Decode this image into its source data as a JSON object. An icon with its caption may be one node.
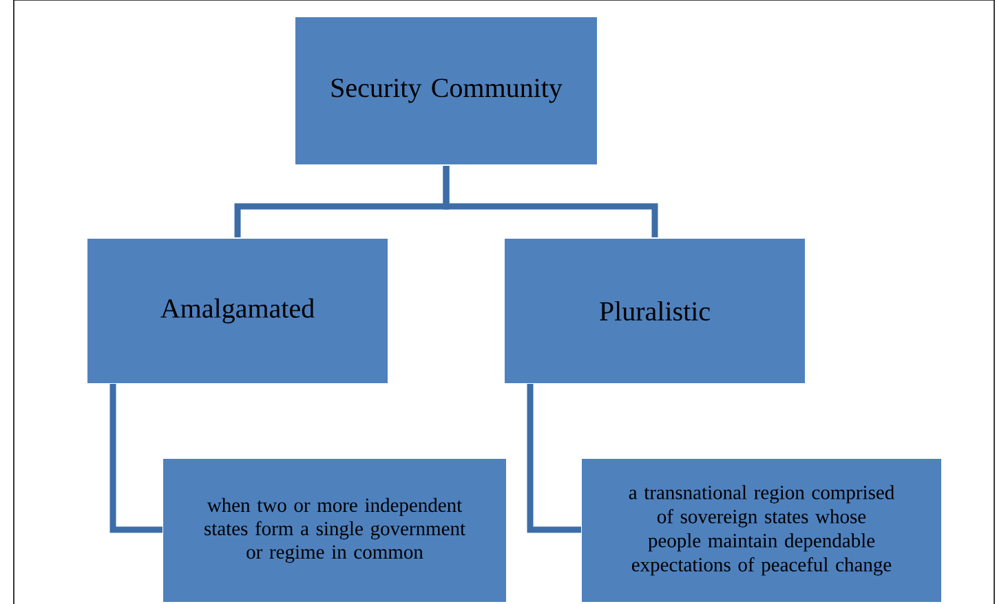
{
  "diagram": {
    "nodes": [
      {
        "text": [
          "Security Community"
        ]
      },
      {
        "text": [
          "Amalgamated"
        ]
      },
      {
        "text": [
          "Pluralistic"
        ]
      },
      {
        "text": [
          "when two or more independent states form a single government or regime in common"
        ]
      },
      {
        "text": [
          "a transnational region comprised of sovereign states whose people maintain dependable expectations of peaceful change"
        ]
      }
    ],
    "edges": [
      {
        "from": 0,
        "to": 1,
        "arrow": "none"
      },
      {
        "from": 0,
        "to": 2,
        "arrow": "none"
      },
      {
        "from": 1,
        "to": 3,
        "arrow": "none"
      },
      {
        "from": 2,
        "to": 4,
        "arrow": "none"
      }
    ]
  }
}
